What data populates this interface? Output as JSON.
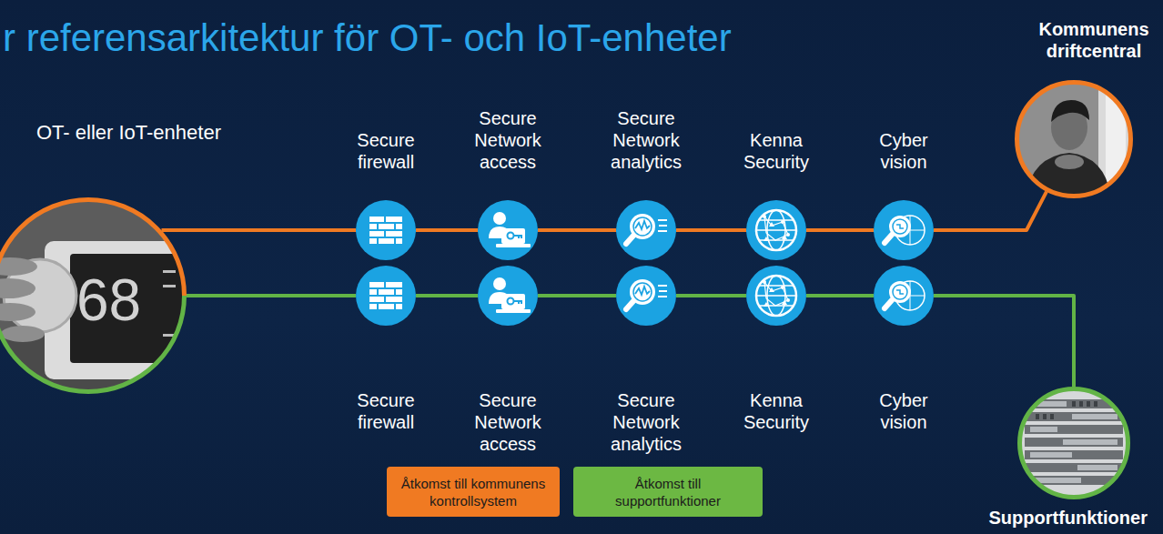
{
  "diagram": {
    "title": "r referensarkitektur för OT- och IoT-enheter",
    "nodes": [
      {
        "text": [
          "OT- eller IoT-enheter"
        ]
      },
      {
        "text": [
          "Secure firewall"
        ]
      },
      {
        "text": [
          "Secure Network access"
        ]
      },
      {
        "text": [
          "Secure Network analytics"
        ]
      },
      {
        "text": [
          "Kenna Security"
        ]
      },
      {
        "text": [
          "Cyber vision"
        ]
      },
      {
        "text": [
          "Kommunens driftcentral"
        ]
      },
      {
        "text": [
          "Secure firewall"
        ]
      },
      {
        "text": [
          "Secure Network access"
        ]
      },
      {
        "text": [
          "Secure Network analytics"
        ]
      },
      {
        "text": [
          "Kenna Security"
        ]
      },
      {
        "text": [
          "Cyber vision"
        ]
      },
      {
        "text": [
          "Supportfunktioner"
        ]
      },
      {
        "text": [
          "Åtkomst till kommunens kontrollsystem"
        ]
      },
      {
        "text": [
          "Åtkomst till supportfunktioner"
        ]
      }
    ],
    "edges": [
      {
        "from": 0,
        "to": 1,
        "arrow": "none"
      },
      {
        "from": 1,
        "to": 2,
        "arrow": "none"
      },
      {
        "from": 2,
        "to": 3,
        "arrow": "none"
      },
      {
        "from": 3,
        "to": 4,
        "arrow": "none"
      },
      {
        "from": 4,
        "to": 5,
        "arrow": "none"
      },
      {
        "from": 5,
        "to": 6,
        "arrow": "none"
      },
      {
        "from": 0,
        "to": 7,
        "arrow": "none"
      },
      {
        "from": 7,
        "to": 8,
        "arrow": "none"
      },
      {
        "from": 8,
        "to": 9,
        "arrow": "none"
      },
      {
        "from": 9,
        "to": 10,
        "arrow": "none"
      },
      {
        "from": 10,
        "to": 11,
        "arrow": "none"
      },
      {
        "from": 11,
        "to": 12,
        "arrow": "none"
      }
    ],
    "labels": [
      "68"
    ]
  }
}
